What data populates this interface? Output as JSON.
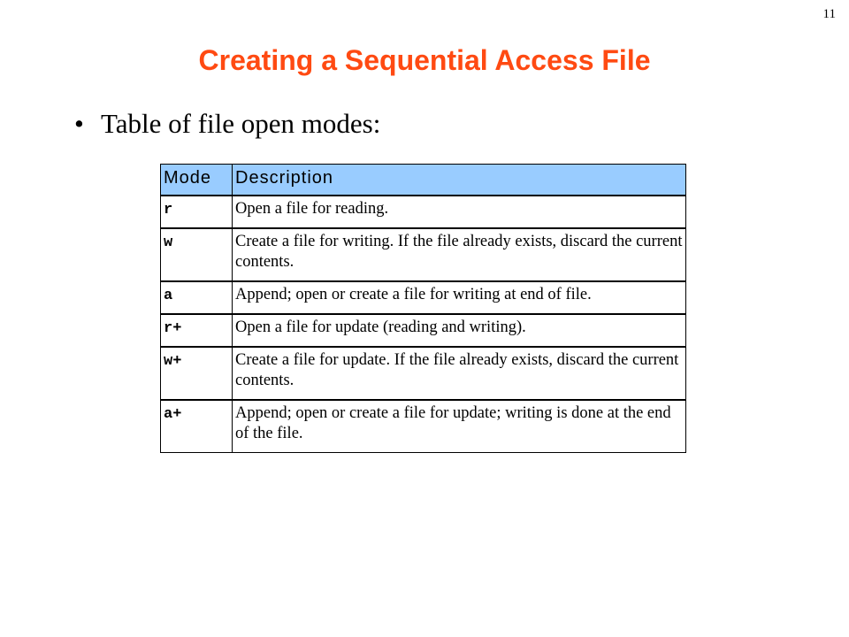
{
  "slide": {
    "page_number": "11",
    "title": "Creating a Sequential Access File",
    "bullet": "•",
    "bullet_text": "Table of file open modes:"
  },
  "table": {
    "headers": {
      "mode": "Mode",
      "description": "Description"
    },
    "rows": [
      {
        "mode": "r",
        "description": "Open a file for reading."
      },
      {
        "mode": "w",
        "description": "Create a file for writing. If the file already exists, discard the current contents."
      },
      {
        "mode": "a",
        "description": "Append; open or create a file for writing at end of file."
      },
      {
        "mode": "r+",
        "description": "Open a file for update (reading and writing)."
      },
      {
        "mode": "w+",
        "description": "Create a file for update. If the file already exists, discard the current contents."
      },
      {
        "mode": "a+",
        "description": "Append; open or create a file for update; writing is done at the end of the file."
      }
    ]
  },
  "colors": {
    "title": "#ff4a12",
    "header_background": "#99ccff"
  }
}
